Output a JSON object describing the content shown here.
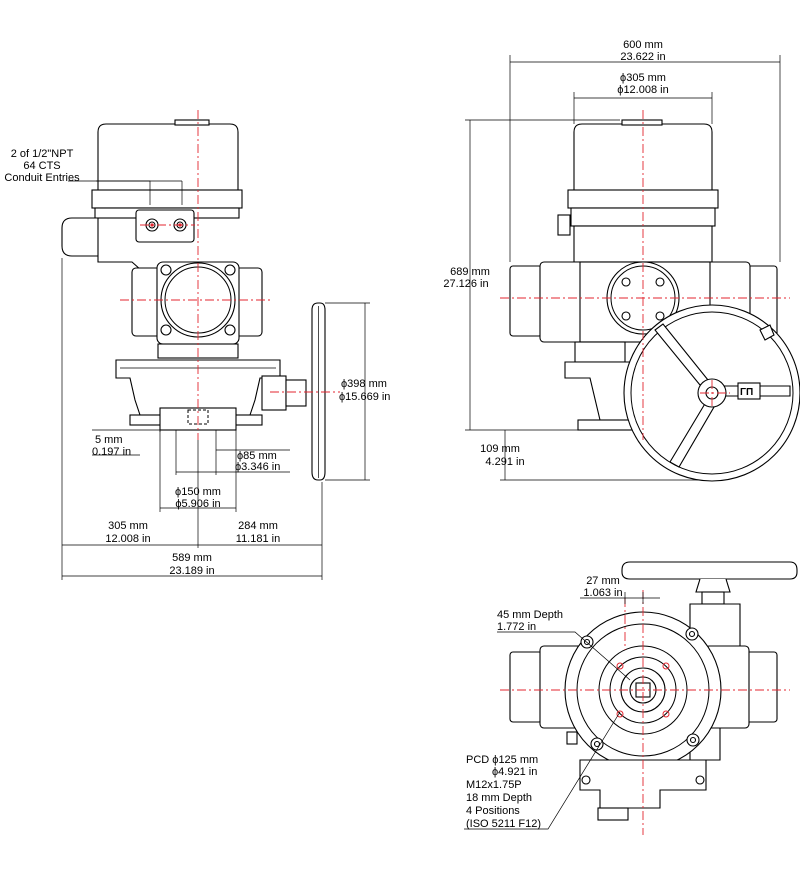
{
  "colors": {
    "line": "#000000",
    "centerline": "#e3262f",
    "background": "#ffffff"
  },
  "left_view": {
    "conduit_note": [
      "2 of 1/2\"NPT",
      "64 CTS",
      "Conduit Entries"
    ],
    "handwheel_dia": {
      "mm": "ϕ398 mm",
      "in": "ϕ15.669 in"
    },
    "flange_offset": {
      "mm": "5 mm",
      "in": "0.197 in"
    },
    "spigot_dia": {
      "mm": "ϕ85 mm",
      "in": "ϕ3.346 in"
    },
    "flange_dia": {
      "mm": "ϕ150 mm",
      "in": "ϕ5.906 in"
    },
    "left_width": {
      "mm": "305 mm",
      "in": "12.008 in"
    },
    "right_width": {
      "mm": "284 mm",
      "in": "11.181 in"
    },
    "total_width": {
      "mm": "589 mm",
      "in": "23.189 in"
    }
  },
  "right_view": {
    "overall_width": {
      "mm": "600 mm",
      "in": "23.622 in"
    },
    "cover_dia": {
      "mm": "ϕ305 mm",
      "in": "ϕ12.008 in"
    },
    "height": {
      "mm": "689 mm",
      "in": "27.126 in"
    },
    "base_height": {
      "mm": "109 mm",
      "in": "4.291 in"
    },
    "handwheel_text": "ΓΠ"
  },
  "bottom_view": {
    "offset": {
      "mm": "27 mm",
      "in": "1.063 in"
    },
    "depth": {
      "mm": "45 mm Depth",
      "in": "1.772 in"
    },
    "pcd_note": [
      "PCD ϕ125 mm",
      "ϕ4.921 in",
      "M12x1.75P",
      "18 mm Depth",
      "4 Positions",
      "(ISO 5211 F12)"
    ]
  }
}
